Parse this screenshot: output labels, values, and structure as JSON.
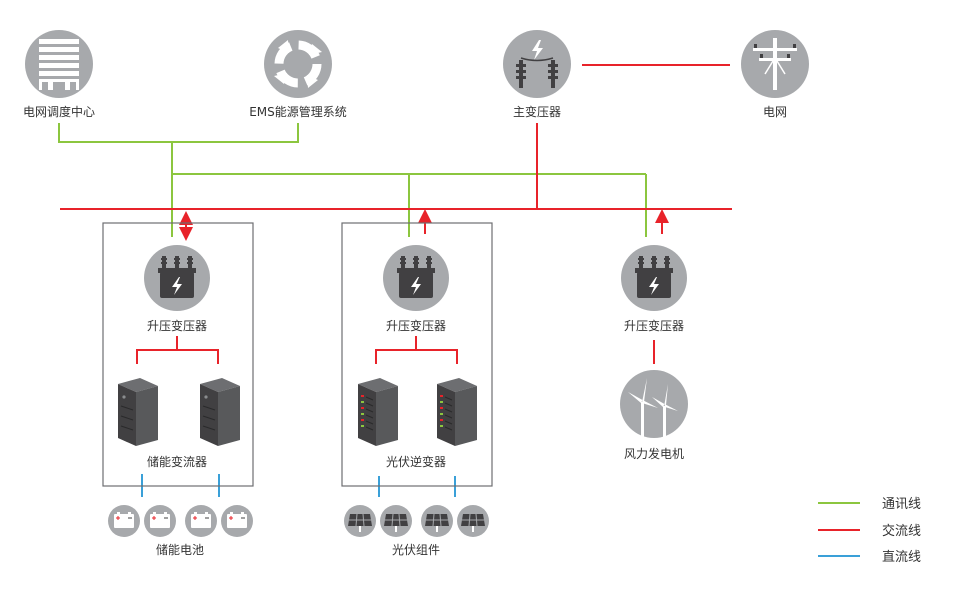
{
  "nodes": {
    "grid_dispatch": "电网调度中心",
    "ems": "EMS能源管理系统",
    "main_transformer": "主变压器",
    "grid": "电网",
    "step_up_1": "升压变压器",
    "step_up_2": "升压变压器",
    "step_up_3": "升压变压器",
    "storage_converter": "储能变流器",
    "pv_inverter": "光伏逆变器",
    "wind_turbine": "风力发电机",
    "storage_battery": "储能电池",
    "pv_module": "光伏组件"
  },
  "legend": [
    {
      "label": "通讯线",
      "color": "#8cc63f"
    },
    {
      "label": "交流线",
      "color": "#e8232a"
    },
    {
      "label": "直流线",
      "color": "#3aa0d8"
    }
  ],
  "colors": {
    "icon_circle": "#a7a9ac",
    "icon_fill": "#414042",
    "box_border": "#6d6e71"
  }
}
